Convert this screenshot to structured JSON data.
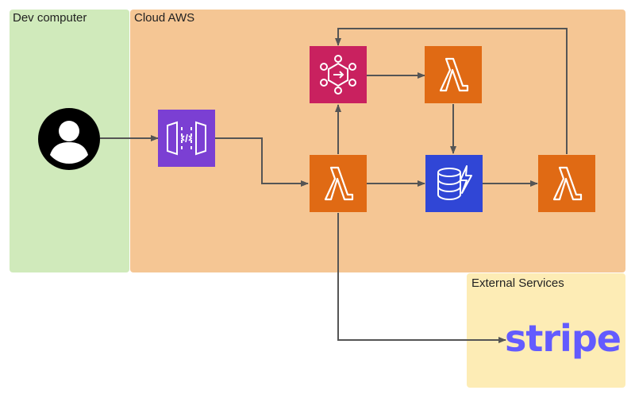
{
  "zones": {
    "dev": {
      "label": "Dev computer",
      "color": "#d0eabb"
    },
    "cloud": {
      "label": "Cloud AWS",
      "color": "#f5c694"
    },
    "external": {
      "label": "External Services",
      "color": "#fdecb5"
    }
  },
  "nodes": {
    "user": {
      "icon": "user-icon",
      "color": "#000000"
    },
    "api_gateway": {
      "icon": "api-gateway-icon",
      "color": "#7b3fd3"
    },
    "eventbridge": {
      "icon": "eventbridge-icon",
      "color": "#c9215f"
    },
    "lambda_main": {
      "icon": "lambda-icon",
      "color": "#e06a14"
    },
    "lambda_top": {
      "icon": "lambda-icon",
      "color": "#e06a14"
    },
    "lambda_right": {
      "icon": "lambda-icon",
      "color": "#e06a14"
    },
    "dynamodb": {
      "icon": "dynamodb-icon",
      "color": "#3046d6"
    },
    "stripe": {
      "label": "stripe",
      "color": "#635bff"
    }
  },
  "connector_color": "#555555"
}
